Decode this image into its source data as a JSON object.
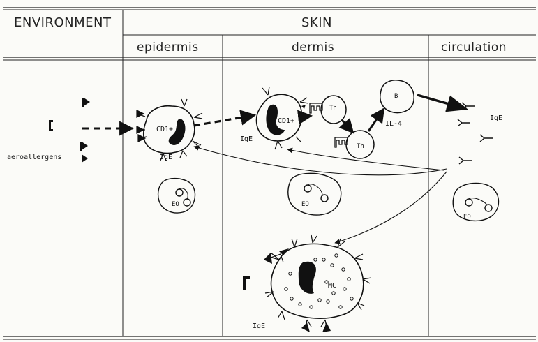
{
  "header": {
    "environment": "ENVIRONMENT",
    "skin": "SKIN",
    "epidermis": "epidermis",
    "dermis": "dermis",
    "circulation": "circulation"
  },
  "labels": {
    "aeroallergens": "aeroallergens",
    "cd1_epidermis": "CD1+",
    "ige_epidermis": "IgE",
    "cd1_dermis": "CD1+",
    "ige_dermis": "IgE",
    "th_top": "Th",
    "th_bottom": "Th",
    "b_cell": "B",
    "il4": "IL-4",
    "ige_circulation": "IgE",
    "eo_epidermis": "EO",
    "eo_dermis": "EO",
    "eo_circulation": "EO",
    "mc": "MC",
    "ige_mast": "IgE"
  }
}
